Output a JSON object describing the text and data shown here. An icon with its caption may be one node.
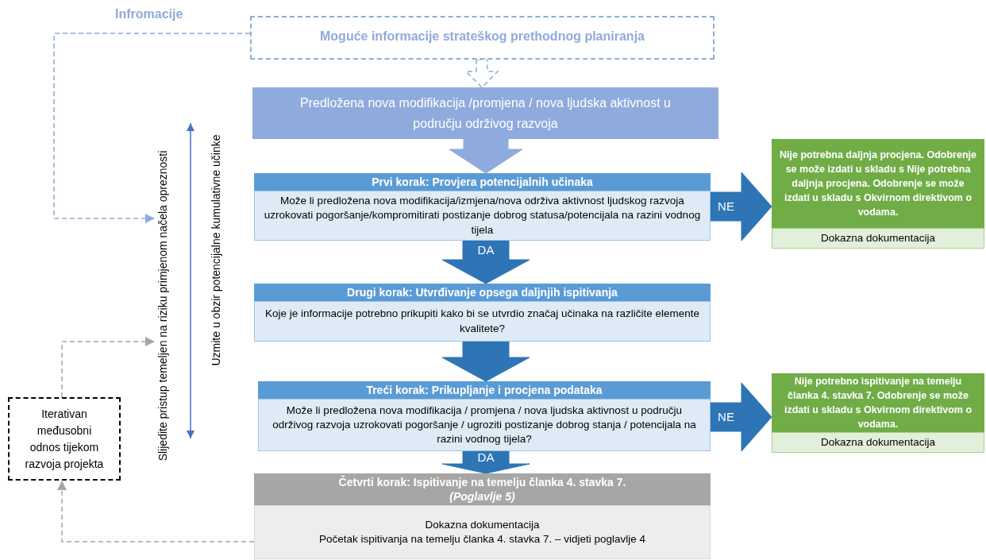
{
  "diagram": {
    "nodes": [
      {
        "text": [
          "Moguće informacije strateškog prethodnog planiranja"
        ]
      },
      {
        "text": [
          "Predložena nova modifikacija /promjena / nova ljudska aktivnost u području održivog razvoja"
        ]
      },
      {
        "text": [
          "Prvi korak: Provjera potencijalnih učinaka",
          "Može li predložena nova modifikacija/izmjena/nova održiva aktivnost ljudskog razvoja uzrokovati pogoršanje/kompromitirati postizanje dobrog statusa/potencijala na razini vodnog tijela"
        ]
      },
      {
        "text": [
          "Nije potrebna daljnja procjena. Odobrenje se može izdati u skladu s Nije potrebna daljnja procjena. Odobrenje se može izdati u skladu s Okvirnom direktivom o vodama.",
          "Dokazna dokumentacija"
        ]
      },
      {
        "text": [
          "Drugi korak: Utvrđivanje opsega daljnjih ispitivanja",
          "Koje je informacije potrebno prikupiti kako bi se utvrdio značaj učinaka na različite elemente kvalitete?"
        ]
      },
      {
        "text": [
          "Treći korak: Prikupljanje i procjena podataka",
          "Može li predložena nova modifikacija / promjena / nova ljudska aktivnost u području održivog razvoja uzrokovati pogoršanje / ugroziti postizanje dobrog stanja / potencijala na razini vodnog tijela?"
        ]
      },
      {
        "text": [
          "Nije potrebno ispitivanje na temelju članka 4. stavka 7. Odobrenje se može izdati u skladu s Okvirnom direktivom o vodama.",
          "Dokazna dokumentacija"
        ]
      },
      {
        "text": [
          "Četvrti korak: Ispitivanje na temelju članka 4. stavka 7.",
          "(Poglavlje 5)",
          "Dokazna dokumentacija",
          "Početak ispitivanja na temelju članka 4. stavka 7. – vidjeti poglavlje 4"
        ]
      },
      {
        "text": [
          "Iterativan međusobni odnos tijekom razvoja projekta"
        ]
      },
      {
        "text": [
          "Slijedite pristup temeljen na riziku primjenom načela opreznosti"
        ]
      }
    ],
    "edges": [
      {
        "from": 0,
        "to": 9,
        "arrow": "to",
        "style": "dashed",
        "color": "#8faadc"
      },
      {
        "from": 0,
        "to": 1,
        "arrow": "to",
        "style": "dashed",
        "color": "#8faadc"
      },
      {
        "from": 1,
        "to": 2,
        "arrow": "to",
        "style": "thick",
        "color": "#8faadc"
      },
      {
        "from": 2,
        "to": 3,
        "arrow": "to",
        "style": "thick",
        "label": "NE"
      },
      {
        "from": 2,
        "to": 4,
        "arrow": "to",
        "style": "thick",
        "label": "DA"
      },
      {
        "from": 4,
        "to": 5,
        "arrow": "to",
        "style": "thick"
      },
      {
        "from": 5,
        "to": 6,
        "arrow": "to",
        "style": "thick",
        "label": "NE"
      },
      {
        "from": 5,
        "to": 7,
        "arrow": "to",
        "style": "thick",
        "label": "DA"
      },
      {
        "from": 7,
        "to": 8,
        "arrow": "to",
        "style": "dashed",
        "color": "#a6a6a6"
      },
      {
        "from": 8,
        "to": 9,
        "arrow": "to",
        "style": "dashed",
        "color": "#a6a6a6"
      }
    ],
    "labels": [
      "Infromacije",
      "Uzmite u obzir potencijalne kumulativne učinke"
    ]
  }
}
